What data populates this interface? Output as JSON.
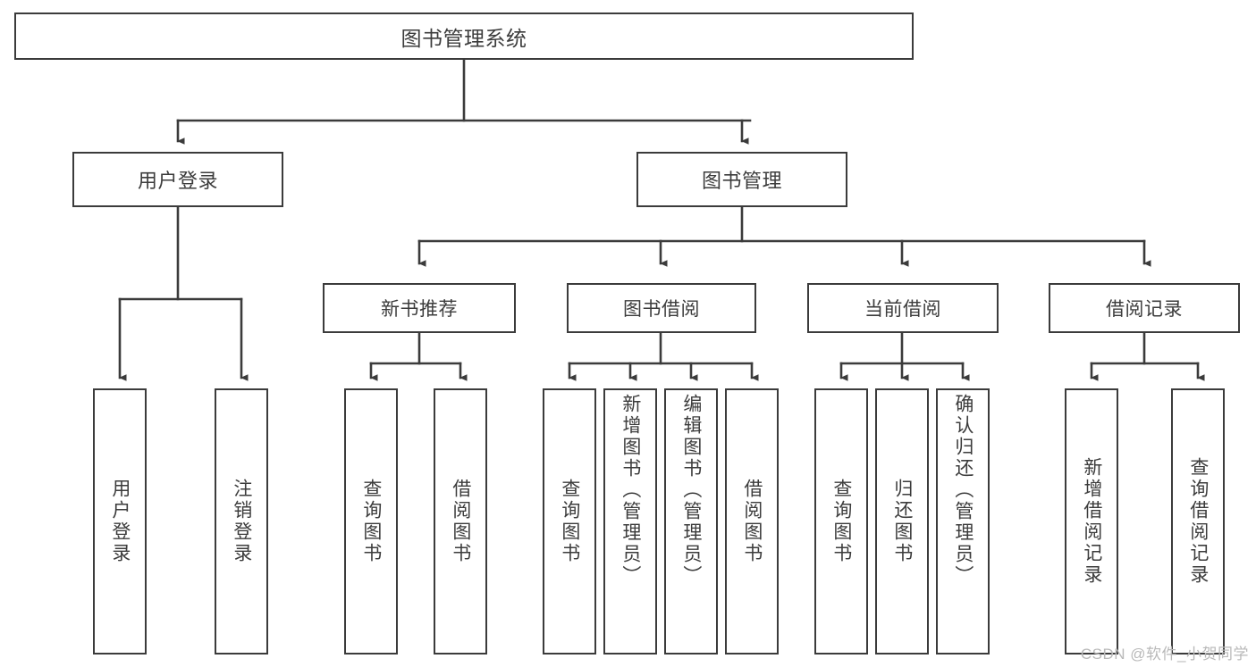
{
  "diagram": {
    "title": "图书管理系统",
    "type": "tree-hierarchy-chart",
    "root": {
      "label": "图书管理系统"
    },
    "level2": [
      {
        "label": "用户登录"
      },
      {
        "label": "图书管理"
      }
    ],
    "level3": [
      {
        "label": "新书推荐"
      },
      {
        "label": "图书借阅"
      },
      {
        "label": "当前借阅"
      },
      {
        "label": "借阅记录"
      }
    ],
    "leaves": {
      "user_login": [
        {
          "label": "用户登录"
        },
        {
          "label": "注销登录"
        }
      ],
      "new_book_recommend": [
        {
          "label": "查询图书"
        },
        {
          "label": "借阅图书"
        }
      ],
      "book_borrow": [
        {
          "label": "查询图书"
        },
        {
          "label": "新增图书（管理员）"
        },
        {
          "label": "编辑图书（管理员）"
        },
        {
          "label": "借阅图书"
        }
      ],
      "current_borrow": [
        {
          "label": "查询图书"
        },
        {
          "label": "归还图书"
        },
        {
          "label": "确认归还（管理员）"
        }
      ],
      "borrow_records": [
        {
          "label": "新增借阅记录"
        },
        {
          "label": "查询借阅记录"
        }
      ]
    }
  },
  "watermark": {
    "text": "CSDN @软件_小贺同学"
  },
  "colors": {
    "border": "#3b3b3b",
    "text": "#3c3c3c",
    "background": "#ffffff",
    "watermark": "#b9b9b9"
  }
}
